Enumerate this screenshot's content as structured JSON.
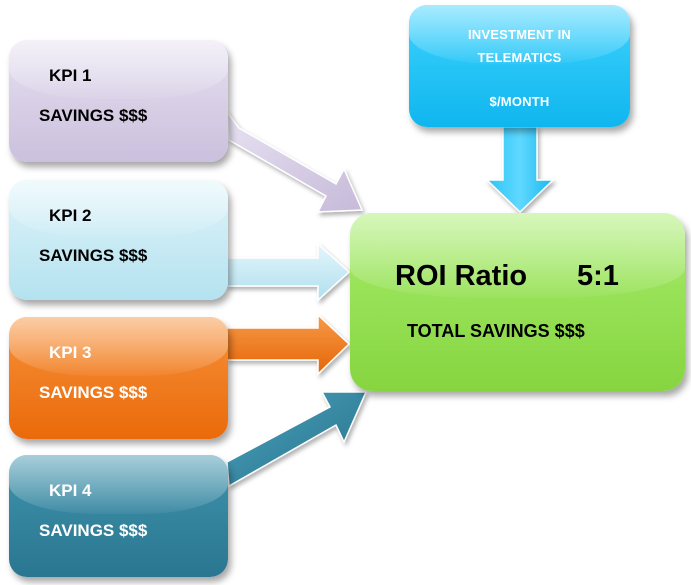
{
  "investment": {
    "line1": "INVESTMENT IN",
    "line2": "TELEMATICS",
    "line3": "$/MONTH",
    "color": "#1ec3f5"
  },
  "kpis": [
    {
      "title": "KPI 1",
      "savings": "SAVINGS $$$",
      "color": "#d4cae4"
    },
    {
      "title": "KPI 2",
      "savings": "SAVINGS $$$",
      "color": "#c5eaf4"
    },
    {
      "title": "KPI 3",
      "savings": "SAVINGS $$$",
      "color": "#ef7a1e"
    },
    {
      "title": "KPI 4",
      "savings": "SAVINGS $$$",
      "color": "#33849f"
    }
  ],
  "roi": {
    "title": "ROI Ratio",
    "ratio": "5:1",
    "total": "TOTAL SAVINGS $$$",
    "color": "#95e152"
  }
}
